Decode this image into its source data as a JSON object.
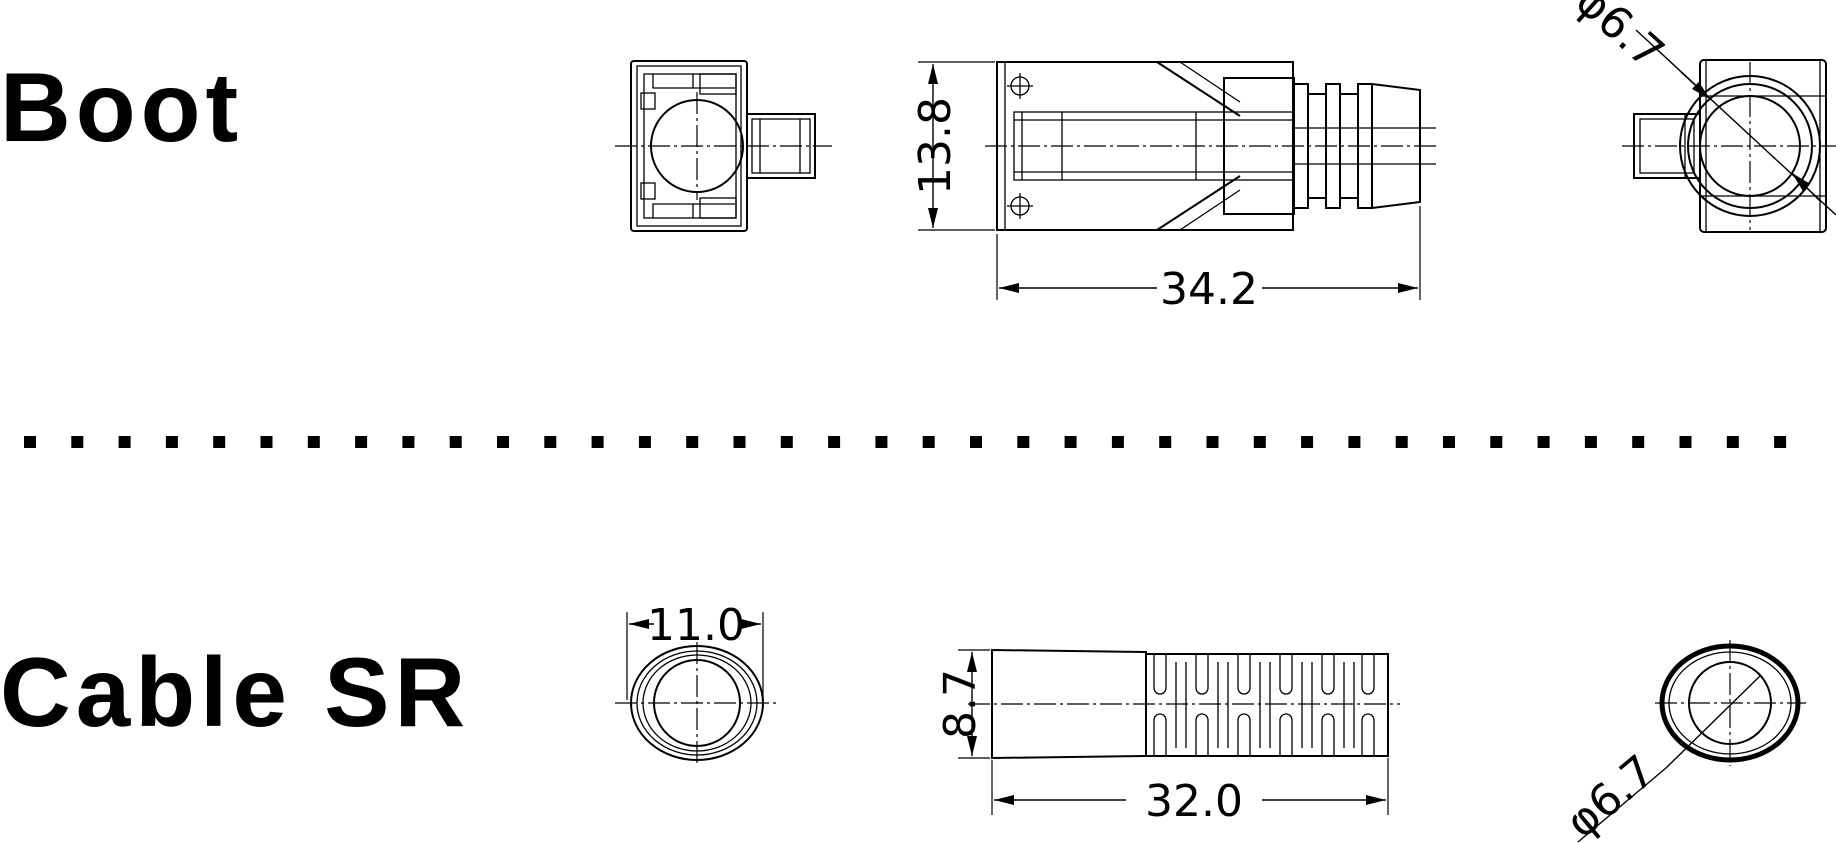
{
  "titles": {
    "boot": "Boot",
    "cable": "Cable SR"
  },
  "dimensions": {
    "boot_height": "13.8",
    "boot_length": "34.2",
    "boot_diameter": "φ6.7",
    "cable_width": "11.0",
    "cable_height": "8.7",
    "cable_length": "32.0",
    "cable_diameter": "φ6.7"
  },
  "separator": {
    "style": "dotted"
  }
}
